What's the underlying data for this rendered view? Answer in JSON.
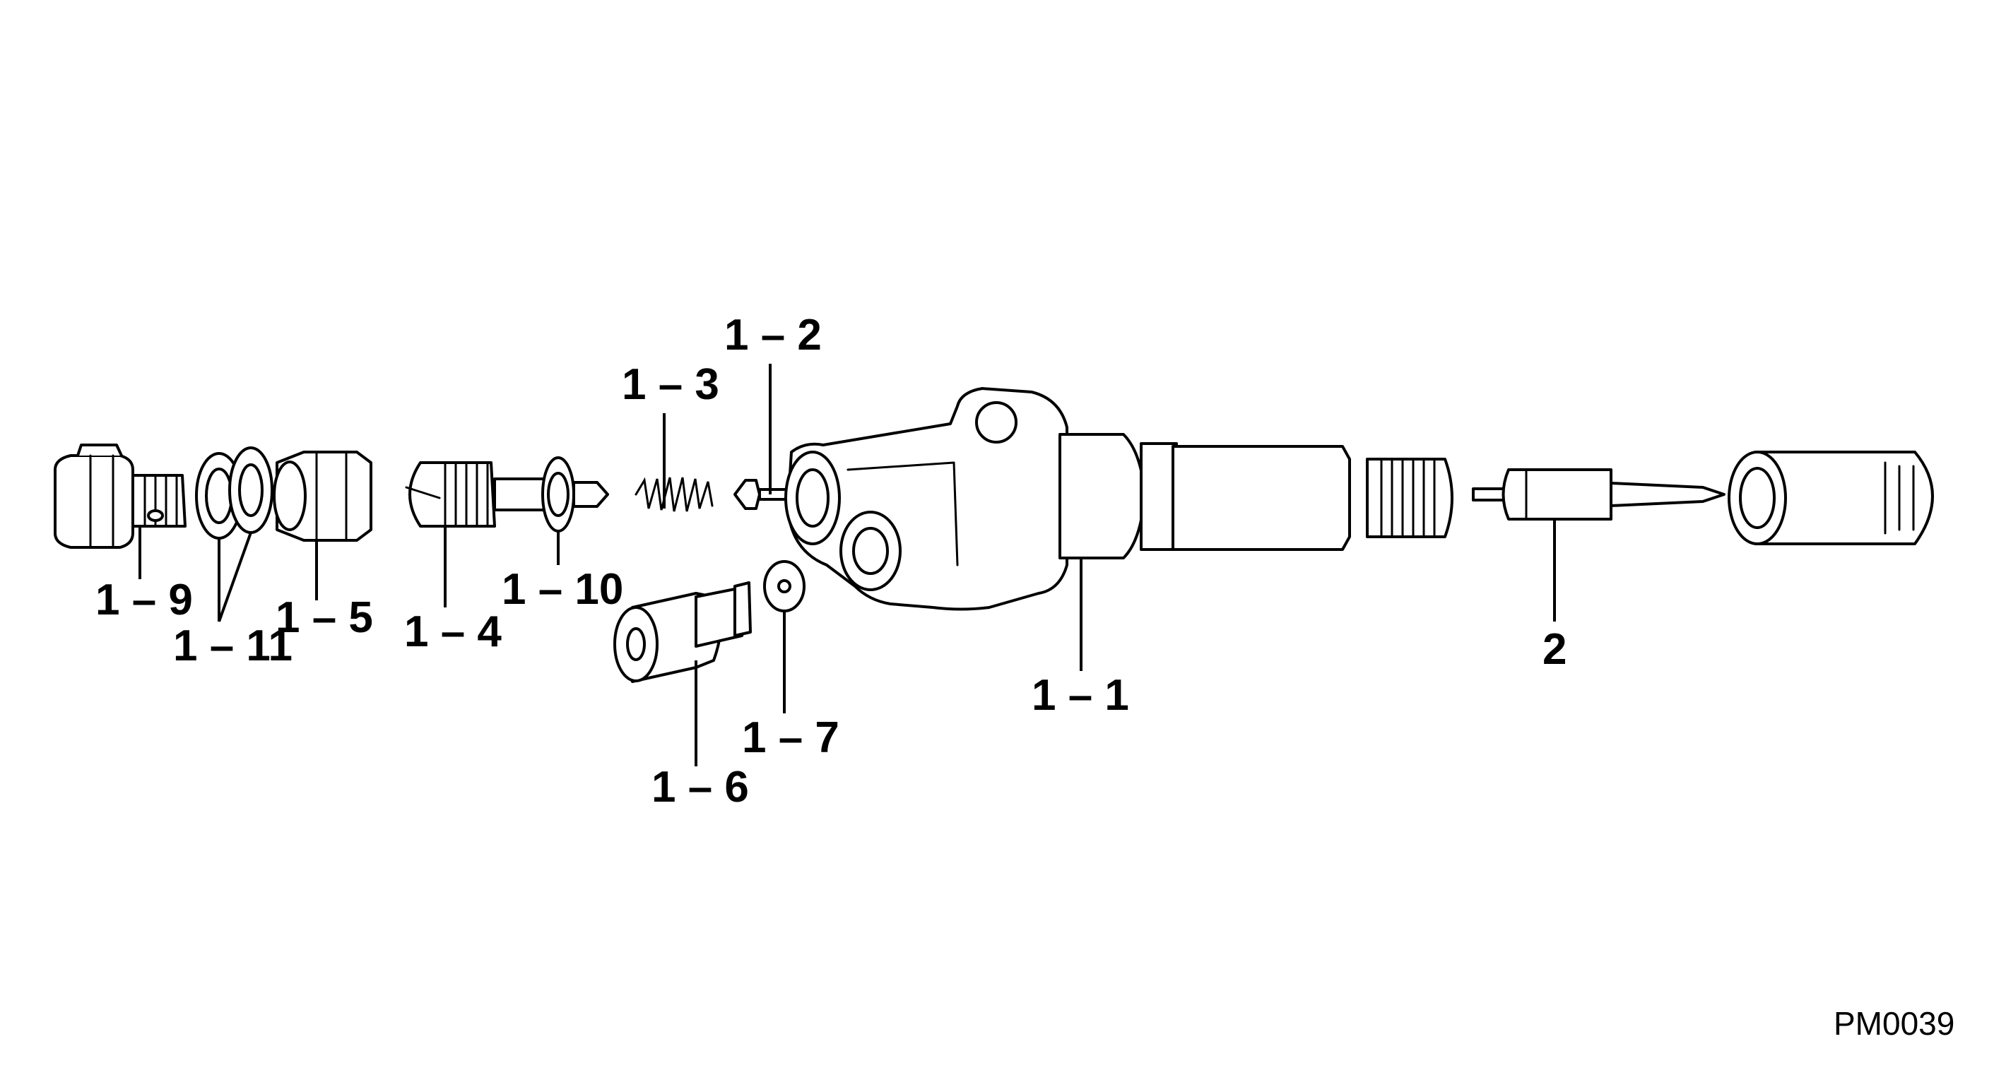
{
  "labels": {
    "p1_1": "1 – 1",
    "p1_2": "1 – 2",
    "p1_3": "1 – 3",
    "p1_4": "1 – 4",
    "p1_5": "1 – 5",
    "p1_6": "1 – 6",
    "p1_7": "1 – 7",
    "p1_9": "1 – 9",
    "p1_10": "1 – 10",
    "p1_11": "1 – 11",
    "p2": "2"
  },
  "figure_code": "PM0039"
}
